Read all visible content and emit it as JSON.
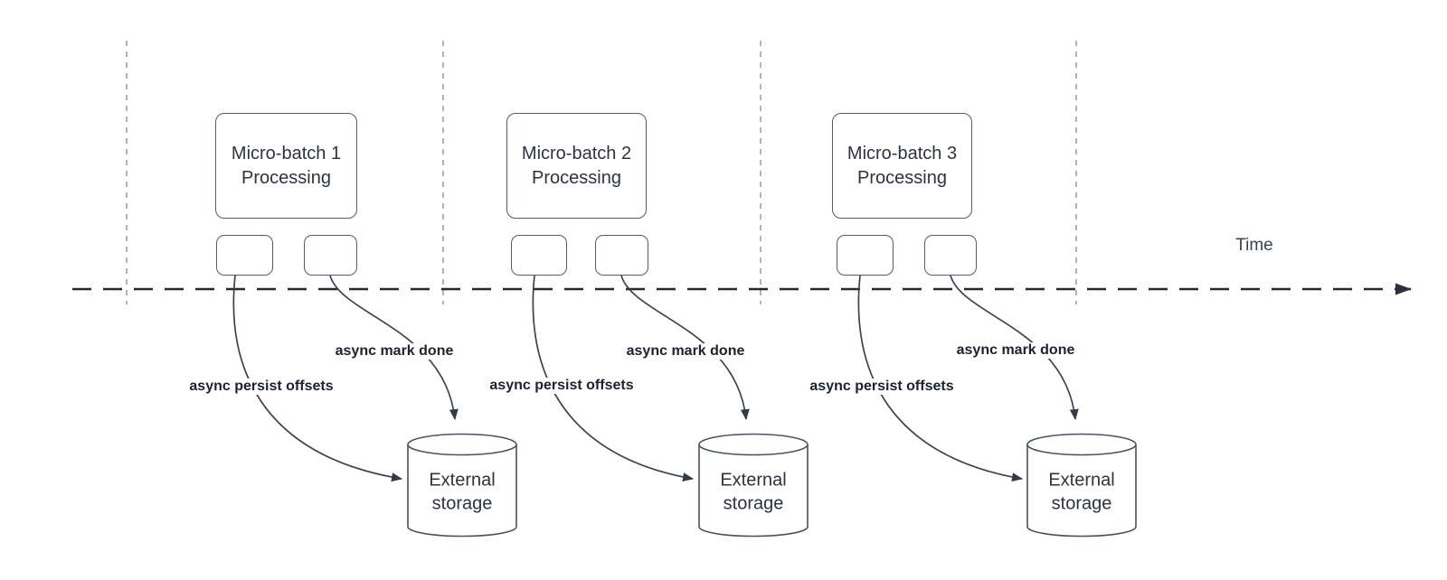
{
  "diagram": {
    "time_label": "Time",
    "sections": [
      {
        "process_label": "Micro-batch 1 Processing",
        "persist_label": "async persist offsets",
        "mark_done_label": "async mark done",
        "storage_label": "External storage"
      },
      {
        "process_label": "Micro-batch 2 Processing",
        "persist_label": "async persist offsets",
        "mark_done_label": "async mark done",
        "storage_label": "External storage"
      },
      {
        "process_label": "Micro-batch 3 Processing",
        "persist_label": "async persist offsets",
        "mark_done_label": "async mark done",
        "storage_label": "External storage"
      }
    ]
  }
}
